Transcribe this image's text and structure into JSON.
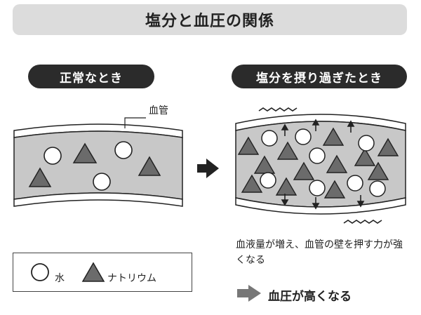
{
  "title": "塩分と血圧の関係",
  "panels": {
    "normal": {
      "label": "正常なとき"
    },
    "excess": {
      "label": "塩分を摂り過ぎたとき"
    }
  },
  "vessel_label": "血管",
  "legend": {
    "water": "水",
    "sodium": "ナトリウム"
  },
  "explanation": "血液量が増え、血管の壁を押す力が強くなる",
  "result": "血圧が高くなる",
  "colors": {
    "title_bg": "#dcdcdc",
    "pill_bg": "#2b2b2b",
    "vessel_fill": "#c8c8c8",
    "triangle": "#6b6b6b"
  }
}
